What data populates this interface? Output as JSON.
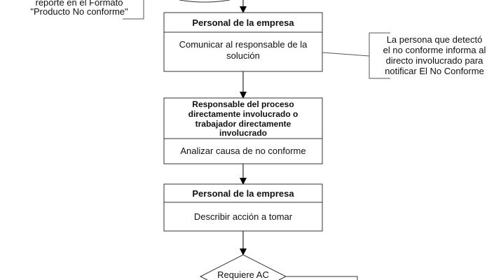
{
  "top_note": {
    "lines": [
      "reporte en el Formato",
      "\"Producto No conforme\""
    ]
  },
  "steps": [
    {
      "role": "Personal de la empresa",
      "action": [
        "Comunicar al responsable de la",
        "solución"
      ]
    },
    {
      "role": [
        "Responsable del proceso",
        "directamente involucrado o",
        "trabajador directamente",
        "involucrado"
      ],
      "action": [
        "Analizar causa de no conforme"
      ]
    },
    {
      "role": "Personal de la empresa",
      "action": [
        "Describir acción a tomar"
      ]
    }
  ],
  "right_note": {
    "lines": [
      "La persona que detectó",
      "el no conforme informa al",
      "directo involucrado para",
      "notificar El No Conforme"
    ]
  },
  "decision": {
    "label": "Requiere AC"
  }
}
